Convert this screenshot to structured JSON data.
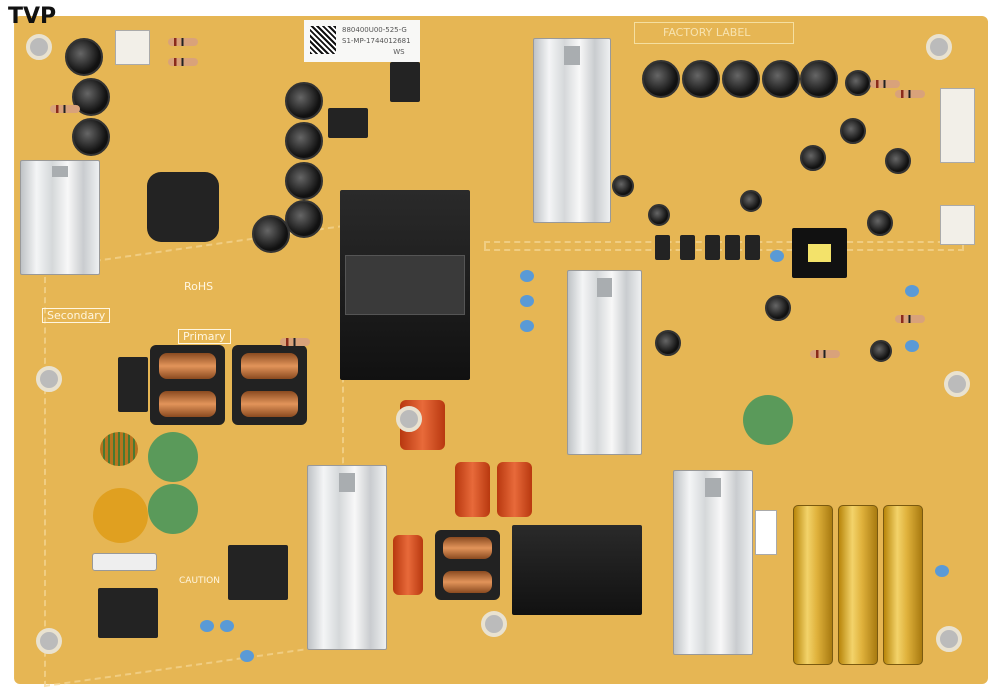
{
  "watermark": "TVP",
  "label": {
    "part_number": "880400U00-525-G",
    "serial": "S1-MP-1744012681",
    "code": "WS"
  },
  "silkscreen": {
    "factory_label": "FACTORY  LABEL",
    "secondary": "Secondary",
    "primary": "Primary",
    "rohs": "RoHS",
    "caution": "CAUTION"
  },
  "colors": {
    "board": "#e6b654",
    "heatsink": "#dcdfe1",
    "transformer": "#232323"
  }
}
